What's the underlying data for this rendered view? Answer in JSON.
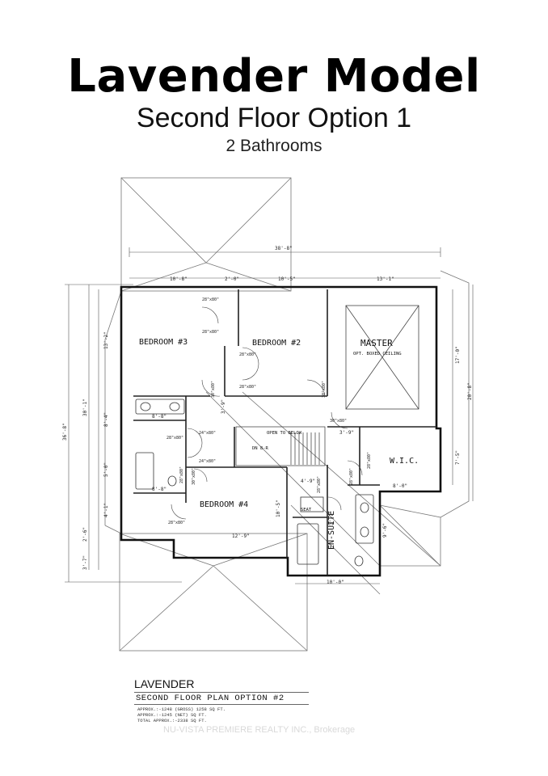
{
  "header": {
    "title": "Lavender Model",
    "subtitle": "Second Floor Option 1",
    "bathrooms": "2 Bathrooms"
  },
  "plan": {
    "rooms": {
      "bedroom3": "BEDROOM #3",
      "bedroom2": "BEDROOM #2",
      "master": "MASTER",
      "master_note": "OPT. BOXED CEILING",
      "bedroom4": "BEDROOM #4",
      "wic": "W.I.C.",
      "ensuite": "EN-SUITE",
      "open_below": "OPEN TO BELOW",
      "seat": "SEAT",
      "dn": "DN 8-R"
    },
    "dims": {
      "overall_width": "38'-8\"",
      "seg1": "10'-8\"",
      "seg2": "2'-0\"",
      "seg3": "10'-5\"",
      "seg4": "13'-1\"",
      "left_depth": "30'-1\"",
      "overall_depth": "36'-8\"",
      "right_depth": "20'-8\"",
      "left_a": "13'-2\"",
      "left_b": "8'-4\"",
      "left_c": "5'-0\"",
      "left_d": "4'-1\"",
      "left_e": "2'-6\"",
      "left_f": "3'-7\"",
      "right_a": "17'-0\"",
      "right_b": "7'-5\"",
      "bed4_width": "12'-9\"",
      "bed4_depth": "10'-5\"",
      "ensuite_width": "10'-0\"",
      "ensuite_depth": "9'-6\"",
      "wic_width": "8'-0\"",
      "bath_width": "8'-8\"",
      "bath2_width": "8'-8\"",
      "hall_a": "3'-9\"",
      "hall_b": "3'-9\"",
      "seat_dim": "4'-9\"",
      "ens_c": "3'-7\""
    },
    "doors": {
      "d1": "28\"x80\"",
      "d2": "28\"x80\"",
      "d3": "28\"x80\"",
      "d4": "28\"x80\"",
      "d5": "30\"x80\"",
      "d6": "30\"x80\"",
      "d7": "30\"x80\"",
      "d8": "28\"x80\"",
      "d9": "24\"x80\"",
      "d10": "24\"x80\"",
      "d11": "30\"x80\"",
      "d12": "28\"x80\"",
      "d13": "28\"x80\"",
      "d14": "28\"x80\"",
      "d15": "28\"x80\"",
      "d16": "28\"x80\""
    }
  },
  "footer": {
    "plan_name": "LAVENDER",
    "plan_title": "SECOND FLOOR PLAN OPTION #2",
    "area1": "APPROX.:-1248 (GROSS) 1258 SQ FT.",
    "area2": "APPROX.:-1245 (NET) SQ FT.",
    "area3": "TOTAL APPROX.:-2338 SQ FT.",
    "watermark": "NU-VISTA PREMIERE REALTY INC., Brokerage"
  }
}
